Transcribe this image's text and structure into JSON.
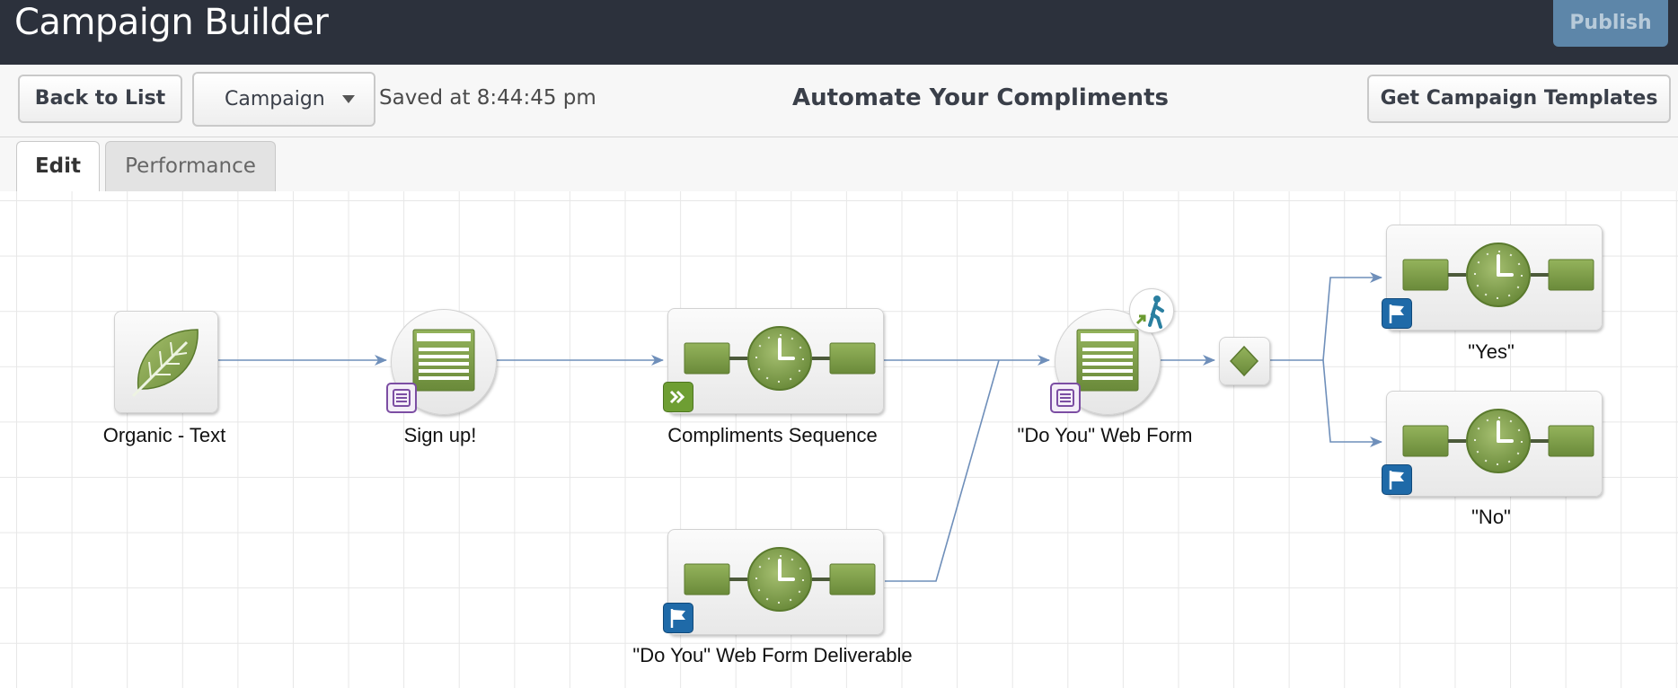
{
  "header": {
    "title": "Campaign Builder",
    "publish_label": "Publish"
  },
  "toolbar": {
    "back_label": "Back to List",
    "campaign_label": "Campaign",
    "saved_text": "Saved at 8:44:45 pm",
    "campaign_name": "Automate Your Compliments",
    "templates_label": "Get Campaign Templates"
  },
  "tabs": [
    {
      "label": "Edit",
      "active": true
    },
    {
      "label": "Performance",
      "active": false
    }
  ],
  "nodes": {
    "organic": {
      "label": "Organic - Text",
      "icon": "leaf-icon"
    },
    "signup": {
      "label": "Sign up!",
      "icon": "web-form-icon"
    },
    "compliments": {
      "label": "Compliments Sequence",
      "icon": "timer-sequence-icon"
    },
    "webform": {
      "label": "\"Do You\" Web Form",
      "icon": "web-form-icon"
    },
    "decision": {
      "label": "",
      "icon": "decision-diamond-icon"
    },
    "yes": {
      "label": "\"Yes\"",
      "icon": "timer-sequence-icon"
    },
    "no": {
      "label": "\"No\"",
      "icon": "timer-sequence-icon"
    },
    "deliverable": {
      "label": "\"Do You\" Web Form Deliverable",
      "icon": "timer-sequence-icon"
    }
  },
  "colors": {
    "header_bg": "#2c313c",
    "publish_bg": "#5d86a9",
    "green": "#7e9e4a",
    "connector": "#6f8fba",
    "form_badge": "#7c4ea3",
    "flag_badge": "#1f6aa8"
  }
}
